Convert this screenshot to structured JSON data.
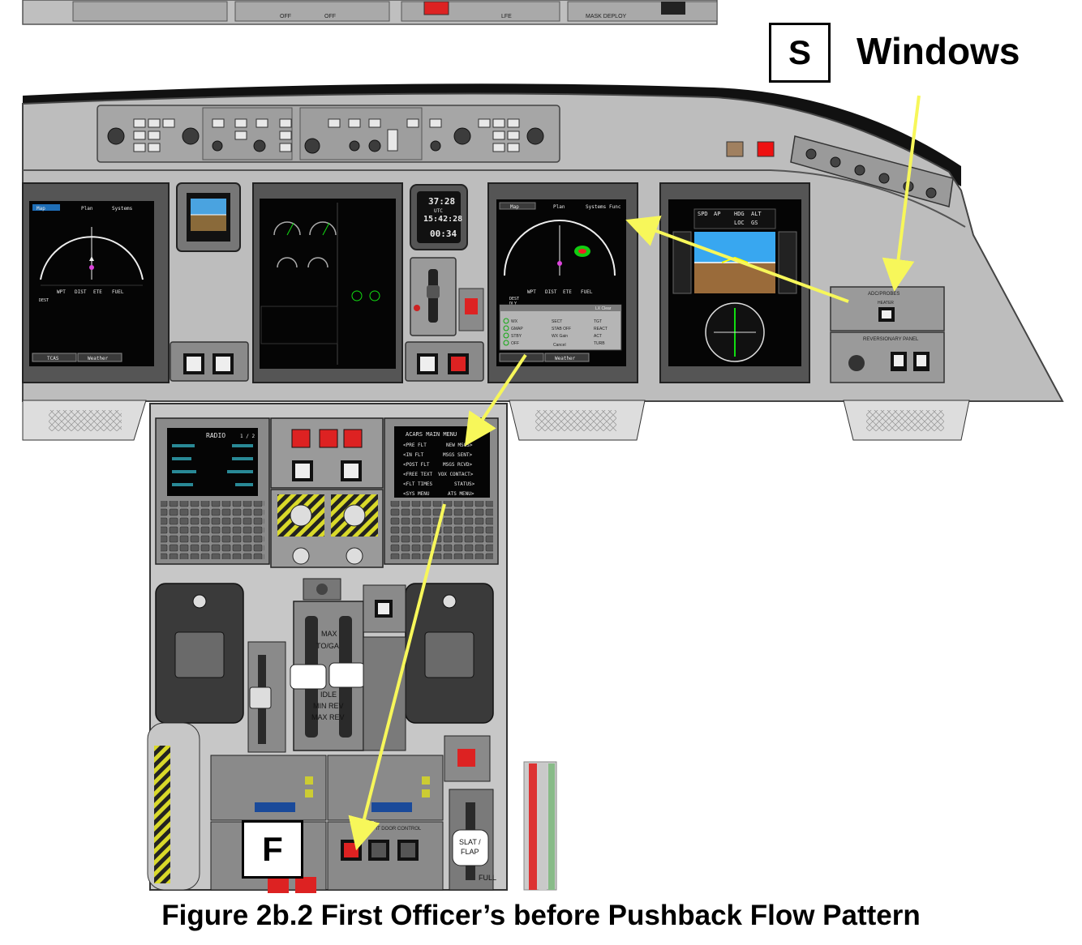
{
  "figure": {
    "caption": "Figure 2b.2  First Officer’s before Pushback Flow Pattern"
  },
  "callouts": {
    "start": {
      "box_text": "S",
      "label": "Windows"
    },
    "finish": {
      "box_text": "F"
    }
  },
  "overhead": {
    "labels": [
      "OFF",
      "OFF",
      "LFE",
      "MASK DEPLOY"
    ]
  },
  "clock": {
    "top": "37:28",
    "middle": "15:42:28",
    "label": "UTC",
    "bottom": "00:34"
  },
  "mfd_tabs": [
    "Map",
    "Plan",
    "Systems",
    "Func"
  ],
  "mfd_lower_tabs": [
    "TCAS",
    "Weather"
  ],
  "navigation_table": {
    "headers": [
      "WPT",
      "DIST",
      "ETE",
      "FUEL"
    ],
    "rows": [
      "DEST",
      "DLY"
    ]
  },
  "checklist_labels": [
    "WX",
    "GMAP",
    "STBY",
    "OFF",
    "SECT",
    "STAB OFF",
    "WX Gain",
    "TGT",
    "REACT",
    "ACT",
    "TURB",
    "Cancel",
    "LX Clear"
  ],
  "acars_mcdu": {
    "title": "ACARS  MAIN MENU",
    "rows": [
      {
        "left": "<PRE FLT",
        "right": "NEW MSGS>"
      },
      {
        "left": "<IN FLT",
        "right": "MSGS SENT>"
      },
      {
        "left": "<POST FLT",
        "right": "MSGS RCVD>"
      },
      {
        "left": "<FREE TEXT",
        "right": "VOX CONTACT>"
      },
      {
        "left": "<FLT TIMES",
        "right": "STATUS>"
      },
      {
        "left": "<SYS MENU",
        "right": "ATS MENU>"
      }
    ]
  },
  "radio_mcdu": {
    "title": "RADIO",
    "page": "1 / 2"
  },
  "throttle_quadrant": {
    "labels": [
      "MAX",
      "TO/GA",
      "IDLE",
      "MIN REV",
      "MAX REV"
    ]
  },
  "slat_flap": {
    "label_line1": "SLAT /",
    "label_line2": "FLAP",
    "full_label": "FULL"
  },
  "pfd": {
    "annunciators": [
      "SPD",
      "AP",
      "HDG",
      "ALT",
      "LOC",
      "GS"
    ]
  },
  "adc_probes_panel": {
    "title": "ADC/PROBES",
    "button": "HEATER"
  },
  "reversionary_panel": {
    "title": "REVERSIONARY PANEL"
  },
  "cockpit_door_panel": {
    "title": "COCKPIT DOOR CONTROL"
  },
  "arrow_color": "#f7f75a"
}
